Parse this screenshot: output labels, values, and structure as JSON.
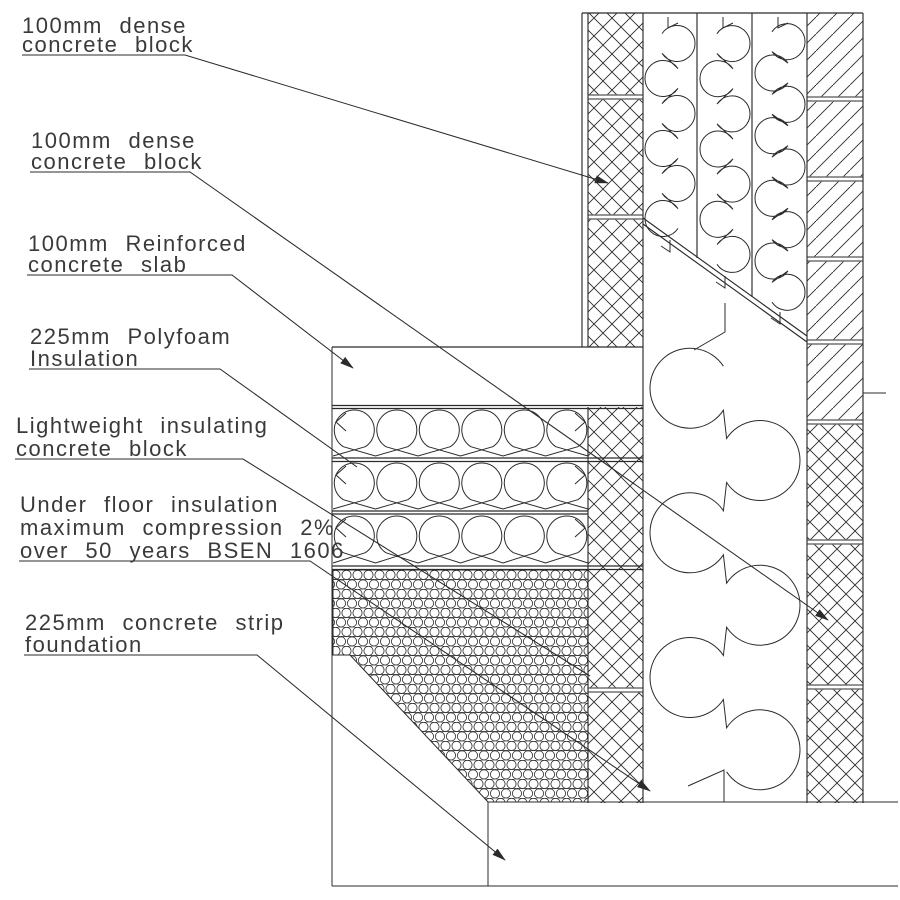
{
  "drawing": {
    "type": "construction-detail-section",
    "labels": [
      {
        "id": "dense-block-top",
        "lines": [
          "100mm dense",
          "concrete block"
        ]
      },
      {
        "id": "dense-block-lower",
        "lines": [
          "100mm dense",
          "concrete block"
        ]
      },
      {
        "id": "reinforced-slab",
        "lines": [
          "100mm Reinforced",
          "concrete slab"
        ]
      },
      {
        "id": "polyfoam-insulation",
        "lines": [
          "225mm Polyfoam",
          "Insulation"
        ]
      },
      {
        "id": "lightweight-block",
        "lines": [
          "Lightweight insulating",
          "concrete block"
        ]
      },
      {
        "id": "underfloor-insulation",
        "lines": [
          "Under floor insulation",
          "maximum compression 2%",
          "over 50 years BSEN 1606"
        ]
      },
      {
        "id": "strip-foundation",
        "lines": [
          "225mm concrete strip",
          "foundation"
        ]
      }
    ],
    "colors": {
      "line": "#2b2b2b",
      "text": "#3a3a3a",
      "background": "#ffffff"
    }
  }
}
